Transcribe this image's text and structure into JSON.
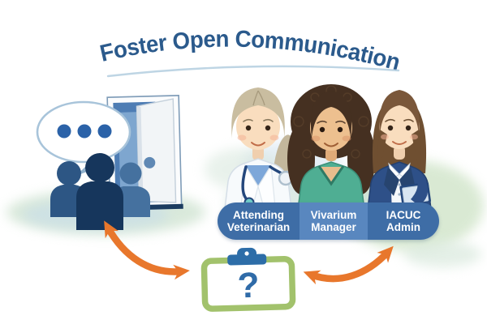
{
  "title": {
    "text": "Foster Open Communication"
  },
  "roles": [
    {
      "label": "Attending Veterinarian"
    },
    {
      "label": "Vivarium Manager"
    },
    {
      "label": "IACUC Admin"
    }
  ],
  "clipboard": {
    "question_mark": "?"
  },
  "icons": {
    "speech_bubble": "speech-bubble-icon",
    "ellipsis_dots": "ellipsis-dots-icon",
    "open_door": "open-door-icon",
    "people_silhouettes": "people-silhouettes-icon",
    "arrow_left": "curved-double-arrow-icon",
    "arrow_right": "curved-double-arrow-icon",
    "clipboard_question": "clipboard-question-icon"
  },
  "colors": {
    "title": "#2b5a8c",
    "title_underline": "#aecadd",
    "label_segment": "#3e6da6",
    "label_segment_alt": "#5987bf",
    "label_text": "#ffffff",
    "arrow": "#e8772c",
    "clipboard_frame": "#a2c26c",
    "clipboard_clip": "#2d6da8",
    "question_mark": "#2f6ba8",
    "bubble_dots": "#2b62a8",
    "silhouette_dark": "#16365c",
    "silhouette_mid": "#2d5684",
    "silhouette_light": "#45719f",
    "door_interior": "#4e7db4",
    "scrub_blue": "#7da7d9",
    "scrub_teal": "#4fae93",
    "blazer_navy": "#2e5088"
  }
}
